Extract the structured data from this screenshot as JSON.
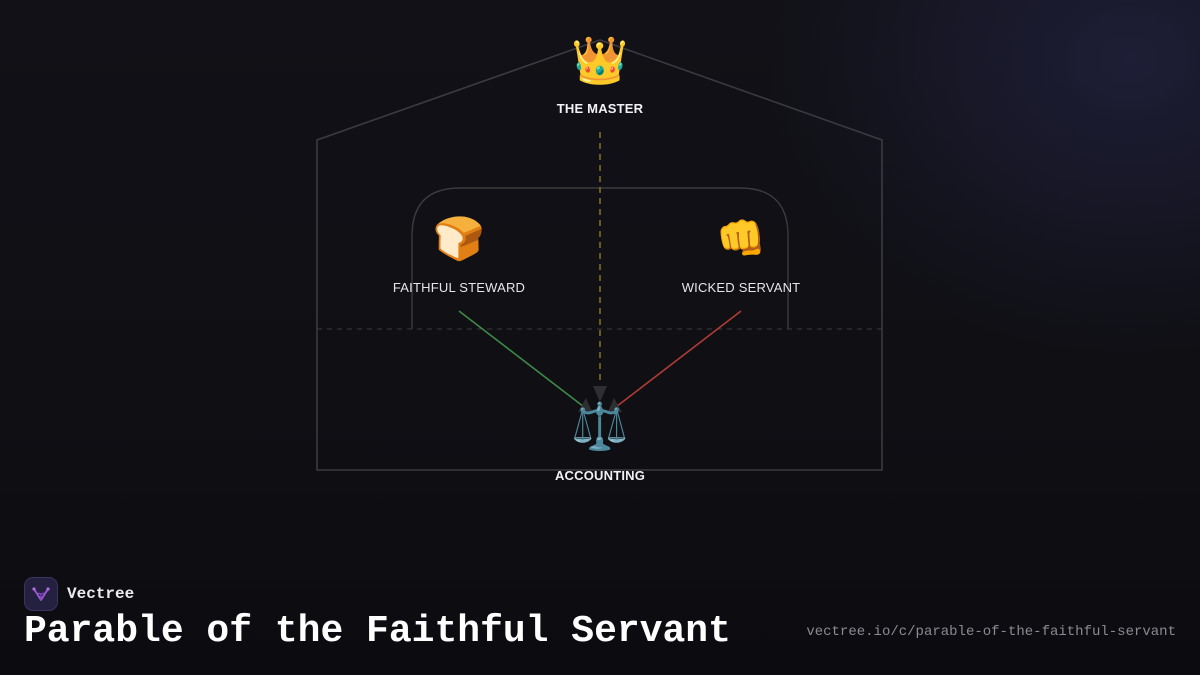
{
  "nodes": {
    "master": {
      "icon": "👑",
      "icon_name": "crown-icon",
      "label": "THE MASTER"
    },
    "steward": {
      "icon": "🍞",
      "icon_name": "bread-icon",
      "label": "FAITHFUL STEWARD"
    },
    "wicked": {
      "icon": "👊",
      "icon_name": "fist-icon",
      "label": "WICKED SERVANT"
    },
    "accounting": {
      "icon": "⚖️",
      "icon_name": "scales-icon",
      "label": "ACCOUNTING"
    }
  },
  "colors": {
    "outline": "#3a3a40",
    "faithful_edge": "#3e8a47",
    "wicked_edge": "#b23b35",
    "master_edge": "#a08a2a"
  },
  "brand": {
    "name": "Vectree",
    "logo_icon": "vectree-logo-icon"
  },
  "title": "Parable of the Faithful Servant",
  "url": "vectree.io/c/parable-of-the-faithful-servant"
}
